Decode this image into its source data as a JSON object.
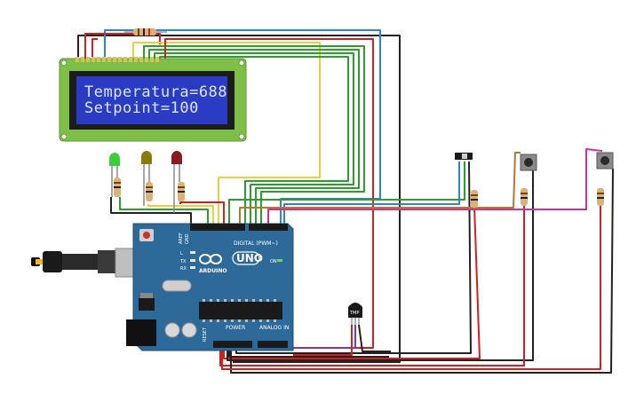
{
  "lcd": {
    "line1": "Temperatura=688",
    "line2": "Setpoint=100"
  },
  "arduino": {
    "model_label": "UNO",
    "brand_label": "ARDUINO",
    "digital_label": "DIGITAL (PWM~)",
    "power_label": "POWER",
    "analog_label": "ANALOG IN",
    "aref_label": "AREF",
    "gnd_label": "GND",
    "reset_label": "RESET",
    "on_label": "ON",
    "tx_label": "TX",
    "rx_label": "RX",
    "l_label": "L"
  },
  "sensor": {
    "label": "TMP"
  },
  "leds": [
    {
      "color": "#3ccf3c"
    },
    {
      "color": "#8a7a10"
    },
    {
      "color": "#8c1a1a"
    }
  ],
  "colors": {
    "board": "#2d6a9a",
    "lcd_body": "#7fbf47",
    "lcd_screen": "#2a3cc4"
  }
}
